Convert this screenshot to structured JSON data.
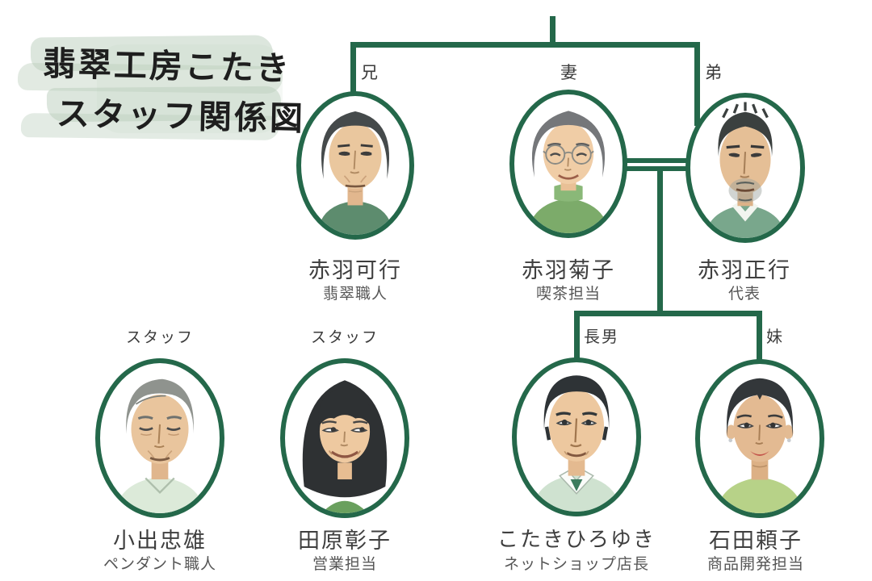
{
  "title": {
    "line1": "翡翠工房こたき",
    "line2": "スタッフ関係図"
  },
  "people": [
    {
      "relation": "兄",
      "name": "赤羽可行",
      "role": "翡翠職人"
    },
    {
      "relation": "妻",
      "name": "赤羽菊子",
      "role": "喫茶担当"
    },
    {
      "relation": "弟",
      "name": "赤羽正行",
      "role": "代表"
    },
    {
      "relation": "スタッフ",
      "name": "小出忠雄",
      "role": "ペンダント職人"
    },
    {
      "relation": "スタッフ",
      "name": "田原彰子",
      "role": "営業担当"
    },
    {
      "relation": "長男",
      "name": "こたきひろゆき",
      "role": "ネットショップ店長"
    },
    {
      "relation": "妹",
      "name": "石田頼子",
      "role": "商品開発担当"
    }
  ],
  "colors": {
    "line": "#24684a",
    "brush": "#b9cdbb"
  }
}
